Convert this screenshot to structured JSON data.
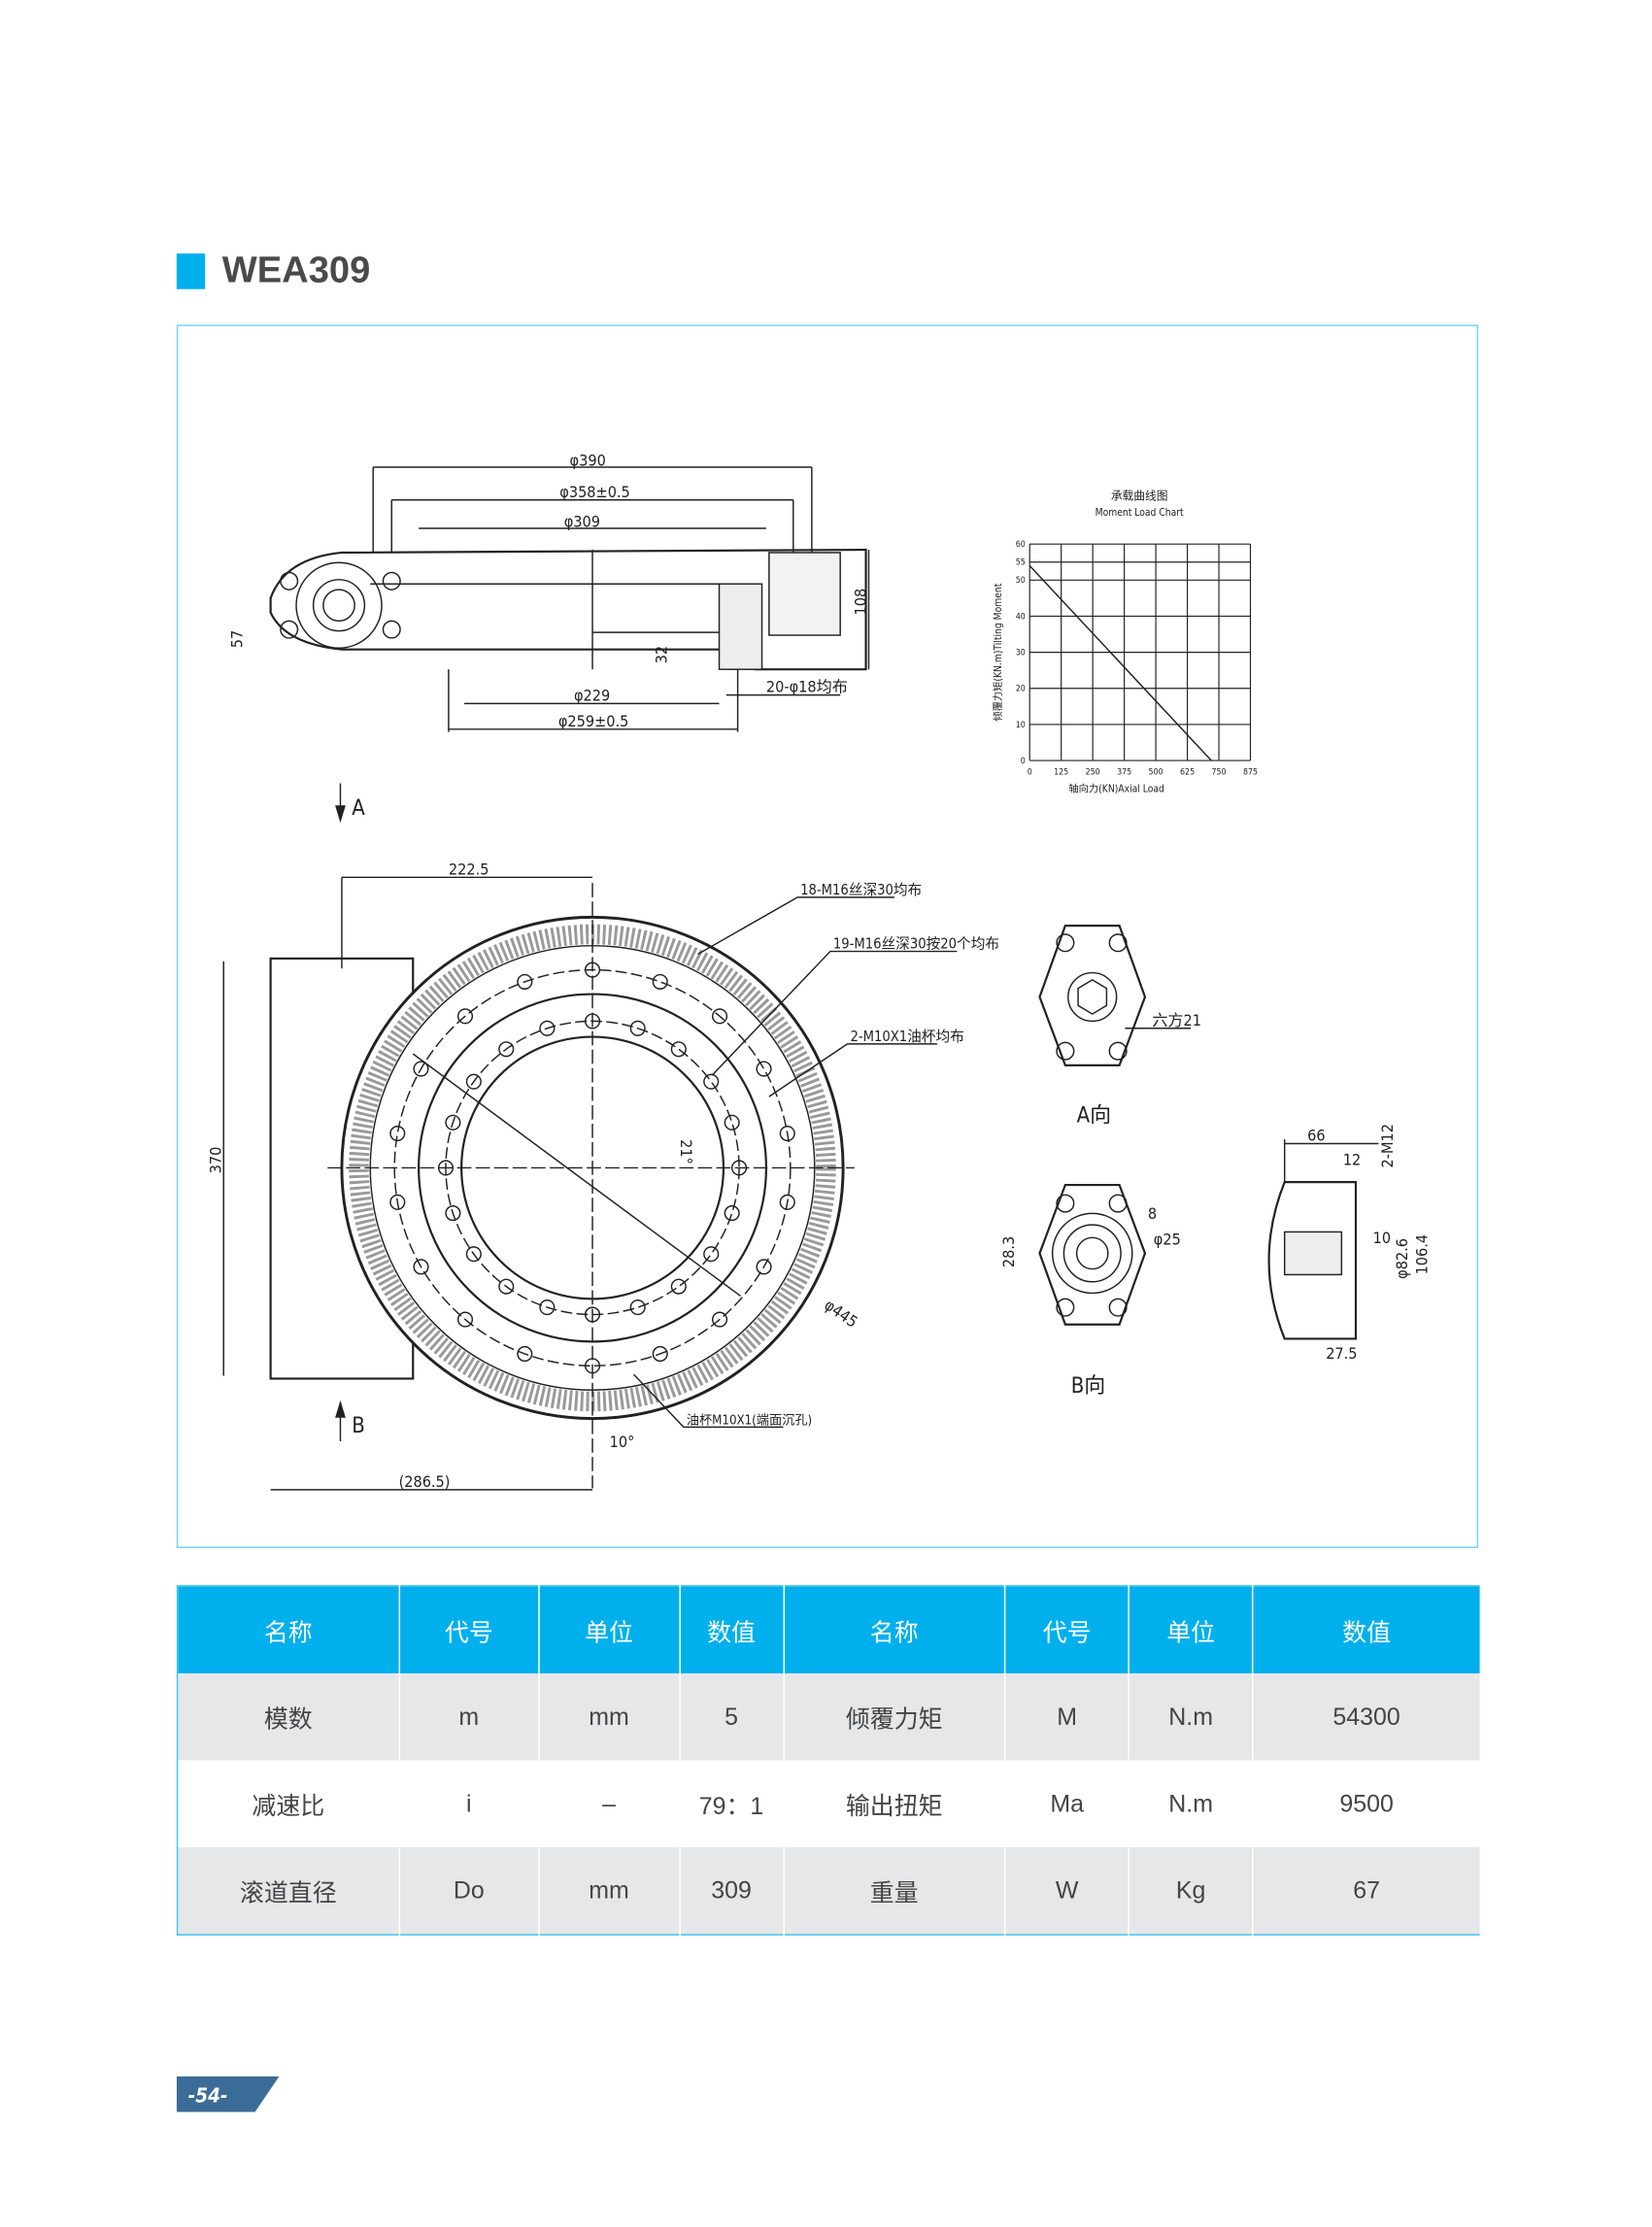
{
  "title": "WEA309",
  "colors": {
    "accent": "#00b0ec",
    "frame": "#6fd6f2",
    "row_alt": "#e6e7e8",
    "page_badge": "#3b6c98"
  },
  "drawing": {
    "side_dims": {
      "d390": "φ390",
      "d358": "φ358±0.5",
      "d309": "φ309",
      "d229": "φ229",
      "d259": "φ259±0.5",
      "h57": "57",
      "h108": "108",
      "h32": "32",
      "holes": "20-φ18均布"
    },
    "arrow_a": "A",
    "arrow_b": "B",
    "main_dims": {
      "w222": "222.5",
      "h370": "370",
      "w286": "(286.5)",
      "ang21": "21°",
      "ang10": "10°",
      "d445": "φ445"
    },
    "notes": {
      "n1": "18-M16丝深30均布",
      "n2": "19-M16丝深30按20个均布",
      "n3": "2-M10X1油杯均布",
      "n4": "油杯M10X1(端面沉孔)"
    },
    "view_a": {
      "label": "A向",
      "hex": "六方21"
    },
    "view_b": {
      "label": "B向",
      "d25": "φ25",
      "k8": "8",
      "h28": "28.3"
    },
    "section": {
      "d66": "66",
      "d12": "12",
      "m12": "2-M12",
      "d10": "10",
      "d82": "φ82.6",
      "d106": "106.4",
      "d27": "27.5"
    }
  },
  "chart_data": {
    "type": "line",
    "title": "承载曲线图",
    "subtitle": "Moment Load Chart",
    "xlabel": "轴向力(KN)Axial Load",
    "ylabel": "倾覆力矩(KN.m)Tilting Moment",
    "xlim": [
      0,
      875
    ],
    "ylim": [
      0,
      60
    ],
    "xticks": [
      "0",
      "125",
      "250",
      "375",
      "500",
      "625",
      "750",
      "875"
    ],
    "yticks": [
      "0",
      "10",
      "20",
      "30",
      "40",
      "50",
      "55",
      "60"
    ],
    "grid": true,
    "series": [
      {
        "name": "Moment Load",
        "x": [
          0,
          720
        ],
        "y": [
          54,
          0
        ]
      }
    ]
  },
  "table": {
    "headers": [
      "名称",
      "代号",
      "单位",
      "数值",
      "名称",
      "代号",
      "单位",
      "数值"
    ],
    "rows": [
      [
        "模数",
        "m",
        "mm",
        "5",
        "倾覆力矩",
        "M",
        "N.m",
        "54300"
      ],
      [
        "减速比",
        "i",
        "–",
        "79：1",
        "输出扭矩",
        "Ma",
        "N.m",
        "9500"
      ],
      [
        "滚道直径",
        "Do",
        "mm",
        "309",
        "重量",
        "W",
        "Kg",
        "67"
      ]
    ]
  },
  "page_number": "-54-"
}
